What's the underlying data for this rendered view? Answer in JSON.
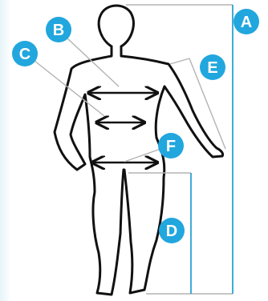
{
  "labels": {
    "A": "A",
    "B": "B",
    "C": "C",
    "D": "D",
    "E": "E",
    "F": "F"
  },
  "colors": {
    "badge": "#21a6de",
    "badge_text": "#ffffff",
    "body_outline": "#111111",
    "pointer_lines": "#b3b3b3",
    "length_lines": "#2aa3d4",
    "side_fade": "#e6f4f8"
  }
}
